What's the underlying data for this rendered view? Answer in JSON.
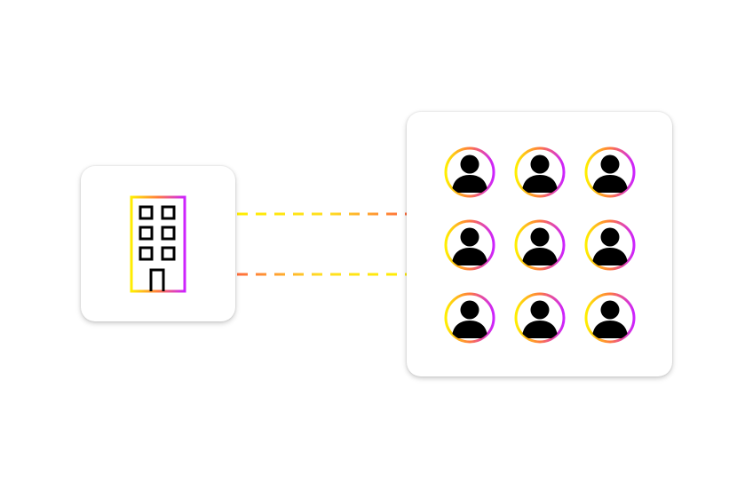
{
  "colors": {
    "gradient_start": "#ffee00",
    "gradient_mid": "#ff7a3d",
    "gradient_end": "#cc22ff",
    "icon_fill": "#000000",
    "card_background": "#ffffff"
  },
  "organization": {
    "icon": "building-icon"
  },
  "team": {
    "icon": "user-avatar-icon",
    "rows": 3,
    "columns": 3,
    "member_count": 9
  },
  "connectors": {
    "style": "dashed",
    "count": 2
  }
}
